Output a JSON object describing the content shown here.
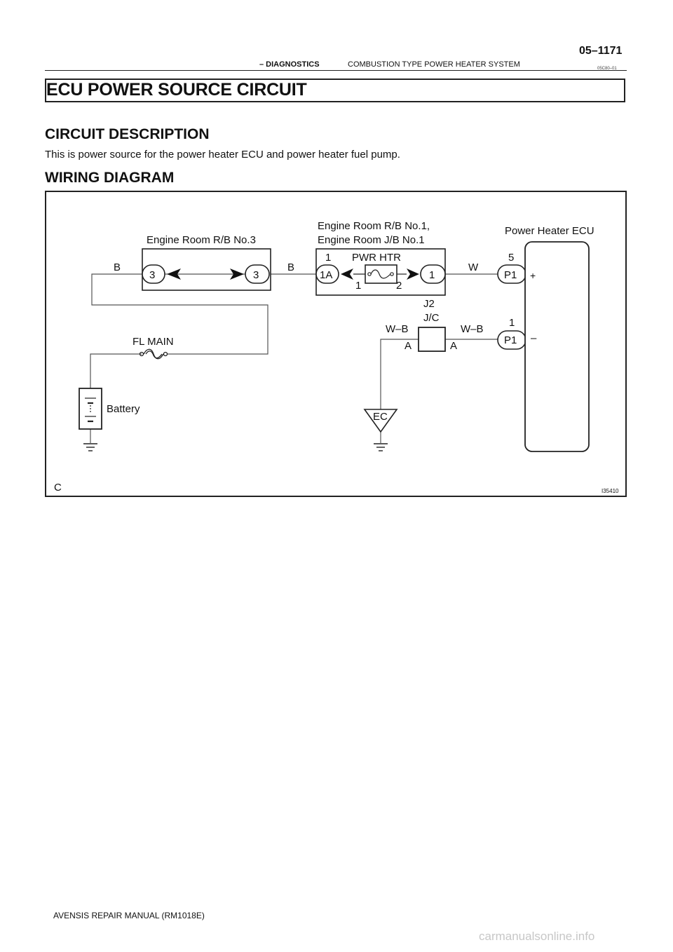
{
  "header": {
    "page_number": "05–1171",
    "section": "– DIAGNOSTICS",
    "separator": "–",
    "section_title": "COMBUSTION TYPE POWER HEATER SYSTEM",
    "doc_code": "05C80–01"
  },
  "title": "ECU POWER SOURCE CIRCUIT",
  "circuit_description": {
    "heading": "CIRCUIT DESCRIPTION",
    "text": "This is power source for the power heater ECU and power heater fuel pump."
  },
  "wiring_diagram": {
    "heading": "WIRING DIAGRAM",
    "labels": {
      "rb3": "Engine Room R/B No.3",
      "rb1_line1": "Engine Room R/B No.1,",
      "rb1_line2": "Engine Room J/B No.1",
      "ecu": "Power Heater ECU",
      "wire_b_left": "B",
      "wire_b_mid": "B",
      "wire_w": "W",
      "wire_wb_left": "W–B",
      "wire_wb_right": "W–B",
      "pin_3_left": "3",
      "pin_3_right": "3",
      "pin_1a": "1A",
      "pin_1_top": "1",
      "fuse_name": "PWR HTR",
      "fuse_pin_1": "1",
      "fuse_pin_2": "2",
      "pin_1_right": "1",
      "ecu_pin_5": "5",
      "ecu_conn_top": "P1",
      "ecu_plus": "+",
      "ecu_pin_1": "1",
      "ecu_conn_bottom": "P1",
      "ecu_minus": "–",
      "jc_id": "J2",
      "jc_name": "J/C",
      "jc_a_left": "A",
      "jc_a_right": "A",
      "fl_main": "FL MAIN",
      "battery": "Battery",
      "ground_ec": "EC",
      "corner_c": "C",
      "figure_id": "I35410"
    }
  },
  "footer": {
    "manual": "AVENSIS REPAIR MANUAL   (RM1018E)"
  },
  "watermark": "carmanualsonline.info"
}
